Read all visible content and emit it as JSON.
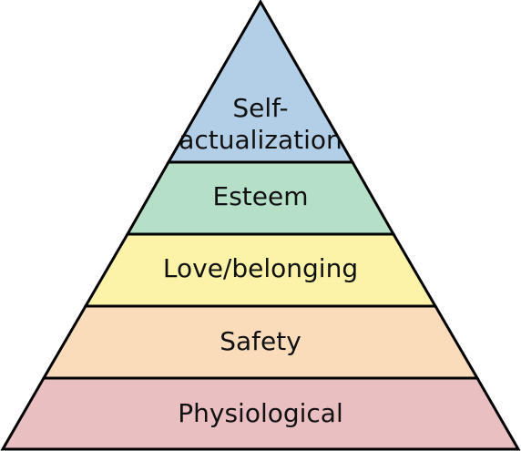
{
  "diagram": {
    "type": "pyramid",
    "levels": [
      {
        "label_lines": [
          "Self-",
          "actualization"
        ],
        "color": "#b3cfe8"
      },
      {
        "label_lines": [
          "Esteem"
        ],
        "color": "#b5dfc7"
      },
      {
        "label_lines": [
          "Love/belonging"
        ],
        "color": "#fcf3a8"
      },
      {
        "label_lines": [
          "Safety"
        ],
        "color": "#fbdcba"
      },
      {
        "label_lines": [
          "Physiological"
        ],
        "color": "#eabfc1"
      }
    ]
  }
}
